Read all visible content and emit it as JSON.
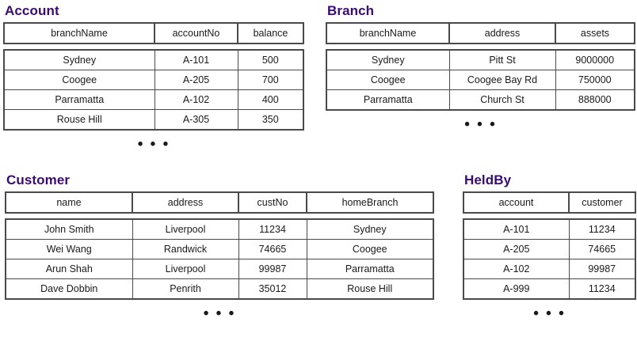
{
  "page": {
    "title_color": "#3b0b72",
    "border_color": "#4a4a4a",
    "background": "#ffffff",
    "continuation_mark": "• • •"
  },
  "relations": [
    {
      "name": "Account",
      "columns": [
        "branchName",
        "accountNo",
        "balance"
      ],
      "rows": [
        [
          "Sydney",
          "A-101",
          "500"
        ],
        [
          "Coogee",
          "A-205",
          "700"
        ],
        [
          "Parramatta",
          "A-102",
          "400"
        ],
        [
          "Rouse Hill",
          "A-305",
          "350"
        ]
      ],
      "more_rows_indicator": "• • •"
    },
    {
      "name": "Branch",
      "columns": [
        "branchName",
        "address",
        "assets"
      ],
      "rows": [
        [
          "Sydney",
          "Pitt St",
          "9000000"
        ],
        [
          "Coogee",
          "Coogee Bay Rd",
          "750000"
        ],
        [
          "Parramatta",
          "Church St",
          "888000"
        ]
      ],
      "more_rows_indicator": "• • •"
    },
    {
      "name": "Customer",
      "columns": [
        "name",
        "address",
        "custNo",
        "homeBranch"
      ],
      "rows": [
        [
          "John Smith",
          "Liverpool",
          "11234",
          "Sydney"
        ],
        [
          "Wei Wang",
          "Randwick",
          "74665",
          "Coogee"
        ],
        [
          "Arun Shah",
          "Liverpool",
          "99987",
          "Parramatta"
        ],
        [
          "Dave Dobbin",
          "Penrith",
          "35012",
          "Rouse Hill"
        ]
      ],
      "more_rows_indicator": "• • •"
    },
    {
      "name": "HeldBy",
      "columns": [
        "account",
        "customer"
      ],
      "rows": [
        [
          "A-101",
          "11234"
        ],
        [
          "A-205",
          "74665"
        ],
        [
          "A-102",
          "99987"
        ],
        [
          "A-999",
          "11234"
        ]
      ],
      "more_rows_indicator": "• • •"
    }
  ]
}
